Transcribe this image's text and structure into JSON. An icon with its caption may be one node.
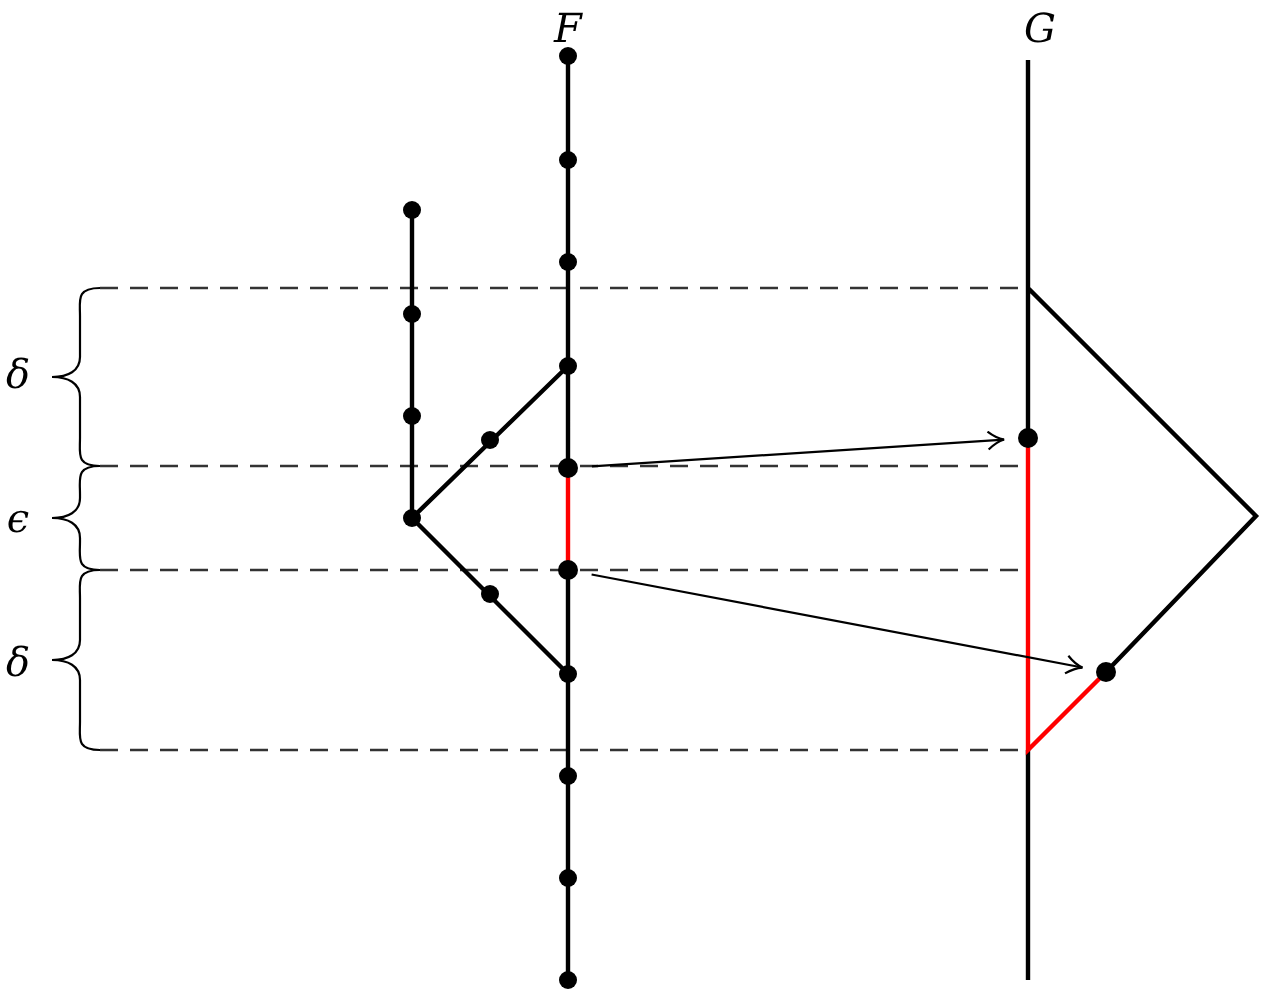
{
  "diagram": {
    "nodes": [
      {
        "text": [],
        "shape": "circle"
      },
      {
        "text": [],
        "shape": "circle"
      },
      {
        "text": [],
        "shape": "circle"
      },
      {
        "text": [],
        "shape": "circle"
      }
    ],
    "edges": [
      {
        "from": 0,
        "to": 1,
        "arrow": "to"
      },
      {
        "from": 2,
        "to": 3,
        "arrow": "to"
      }
    ],
    "labels": [
      "F",
      "G",
      "δ",
      "ϵ",
      "δ"
    ]
  }
}
